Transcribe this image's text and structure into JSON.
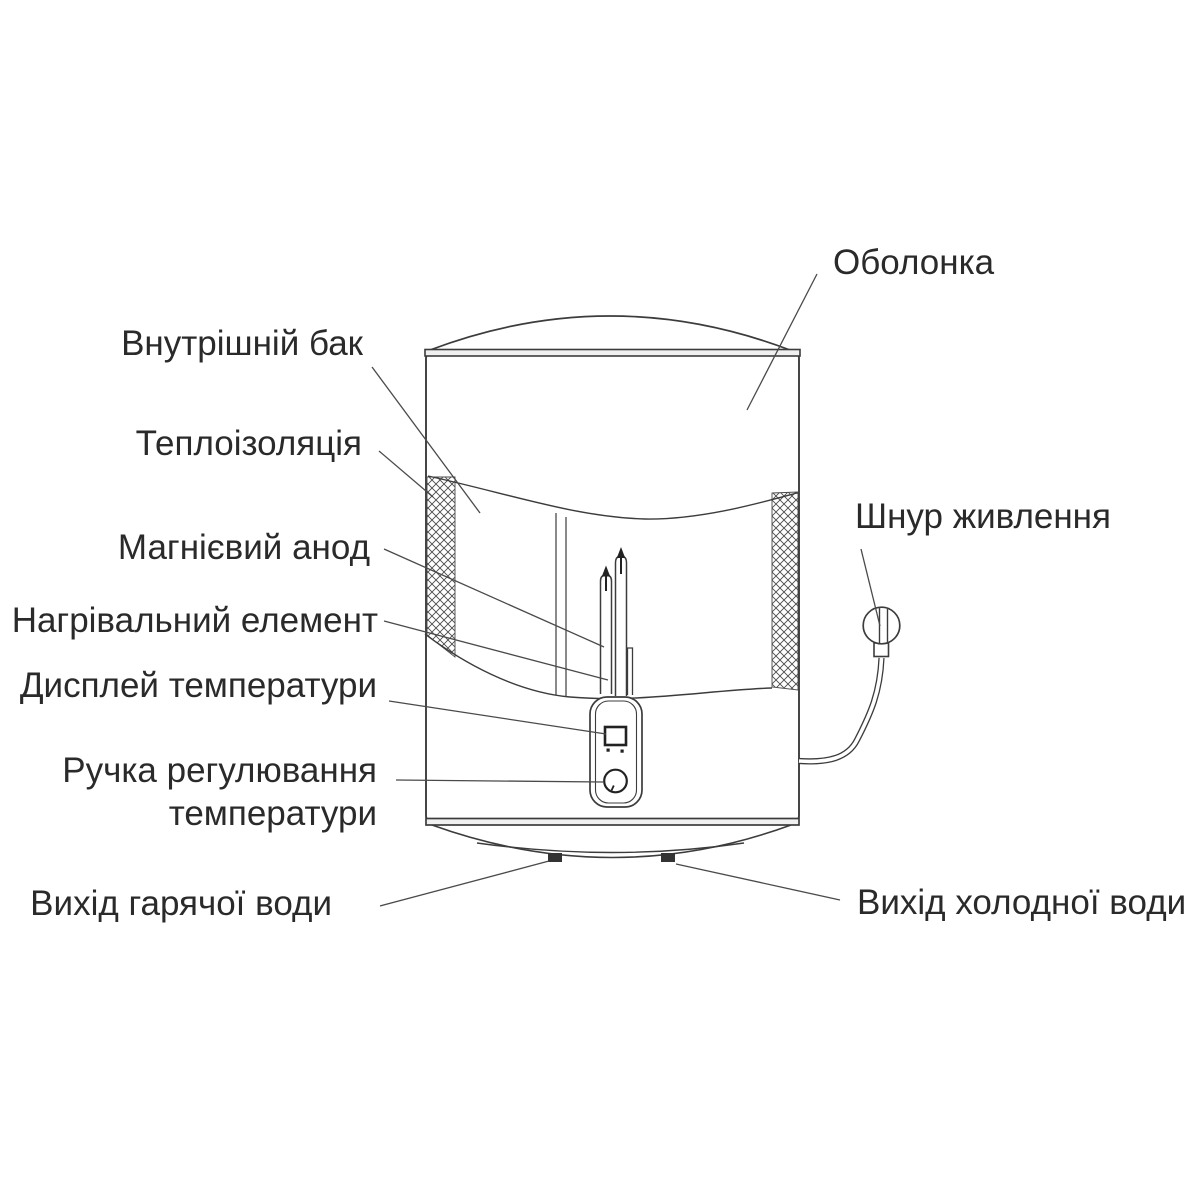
{
  "diagram": {
    "title": "Water heater (boiler) construction scheme",
    "labels": {
      "shell": "Оболонка",
      "inner_tank": "Внутрішній бак",
      "insulation": "Теплоізоляція",
      "anode": "Магнієвий анод",
      "heating_element": "Нагрівальний елемент",
      "temp_display": "Дисплей температури",
      "temp_knob": [
        "Ручка регулювання",
        "температури"
      ],
      "power_cord": "Шнур живлення",
      "hot_water_outlet": "Вихід гарячої води",
      "cold_water_outlet": "Вихід холодної води"
    },
    "colors": {
      "line": "#3c3c3c",
      "leader": "#4a4a4a",
      "text": "#2a2a2a",
      "background": "#ffffff",
      "cap_fill": "#f0f0f0"
    }
  }
}
